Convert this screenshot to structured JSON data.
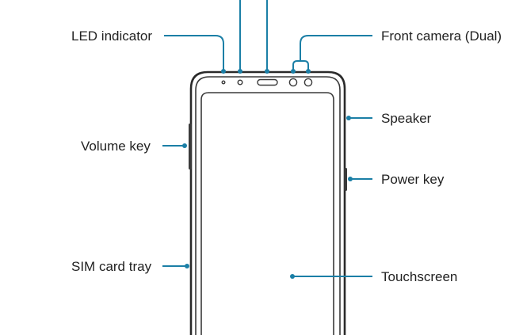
{
  "callouts": {
    "led_indicator": "LED indicator",
    "volume_key": "Volume key",
    "sim_card_tray": "SIM card tray",
    "front_camera": "Front camera (Dual)",
    "speaker": "Speaker",
    "power_key": "Power key",
    "touchscreen": "Touchscreen"
  },
  "colors": {
    "leader_line": "#1b7fa6",
    "outline": "#2a2a2a",
    "text": "#222222"
  }
}
